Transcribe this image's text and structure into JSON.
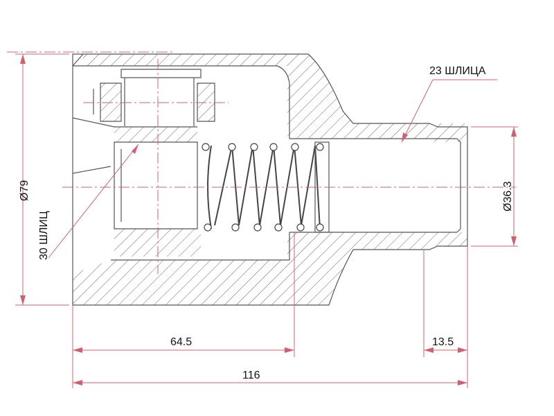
{
  "drawing": {
    "splines_inner": "30 ШЛИЦ",
    "splines_outer": "23 ШЛИЦА",
    "outer_diameter": "Ø79",
    "shaft_diameter": "Ø36.3",
    "length_inner": "64.5",
    "length_shaft": "13.5",
    "length_total": "116"
  },
  "colors": {
    "outline": "#555555",
    "dimension": "#d06070",
    "hatch": "#666666"
  }
}
